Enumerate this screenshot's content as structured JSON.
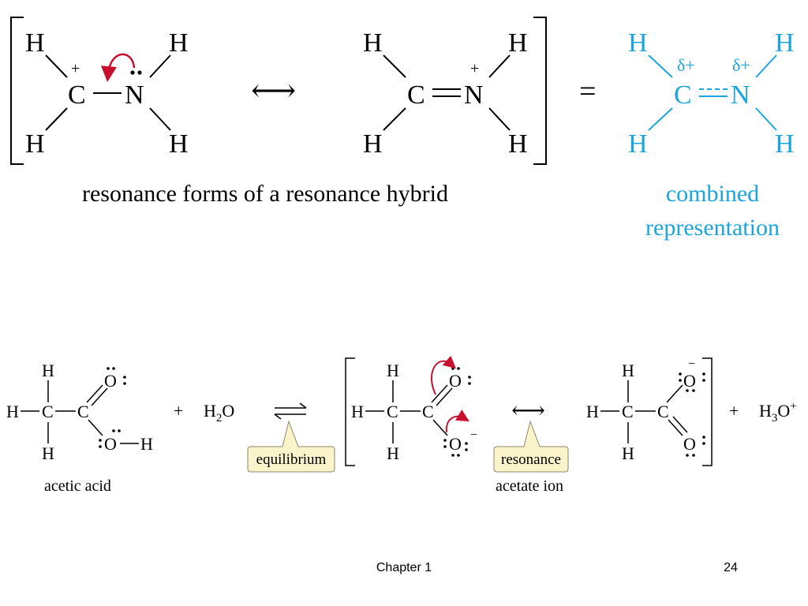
{
  "colors": {
    "ink": "#000000",
    "blue": "#1aa5e0",
    "arrow_red": "#c8102e",
    "callout_fill": "#fbf3c9",
    "callout_stroke": "#8a8a6a"
  },
  "top": {
    "atoms": {
      "H": "H",
      "C": "C",
      "N": "N"
    },
    "plus": "+",
    "delta_plus": "δ+",
    "resonance_arrow": "⟷",
    "equals": "=",
    "caption_left": "resonance forms of a resonance hybrid",
    "caption_right_line1": "combined",
    "caption_right_line2": "representation"
  },
  "bottom": {
    "atoms": {
      "H": "H",
      "C": "C",
      "O": "O"
    },
    "plus": "+",
    "water_H": "H",
    "water_sub": "2",
    "water_O": "O",
    "hydronium_H": "H",
    "hydronium_sub": "3",
    "hydronium_O": "O",
    "hydronium_charge": "+",
    "minus": "−",
    "acetic_acid_label": "acetic acid",
    "acetate_label": "acetate ion",
    "callout_equilibrium": "equilibrium",
    "callout_resonance": "resonance",
    "resonance_arrow": "⟷"
  },
  "footer": {
    "chapter": "Chapter 1",
    "page": "24"
  }
}
